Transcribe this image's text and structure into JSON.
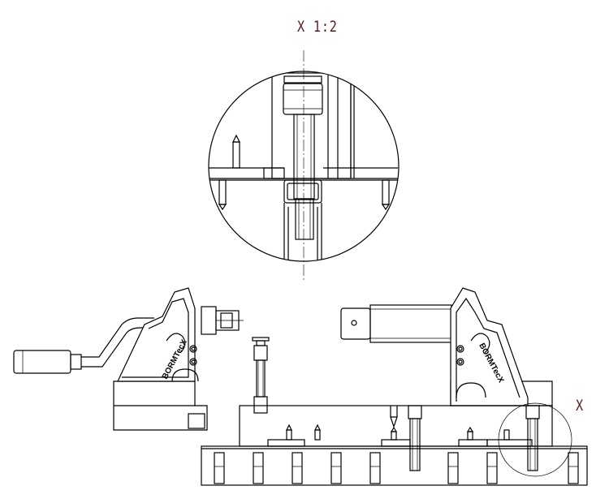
{
  "detail_title": "X 1:2",
  "detail_marker": "X",
  "brand_left": "BORMTecX",
  "brand_right": "BORMTecX",
  "colors": {
    "line": "#000000",
    "label": "#5a2020",
    "background": "#ffffff"
  }
}
